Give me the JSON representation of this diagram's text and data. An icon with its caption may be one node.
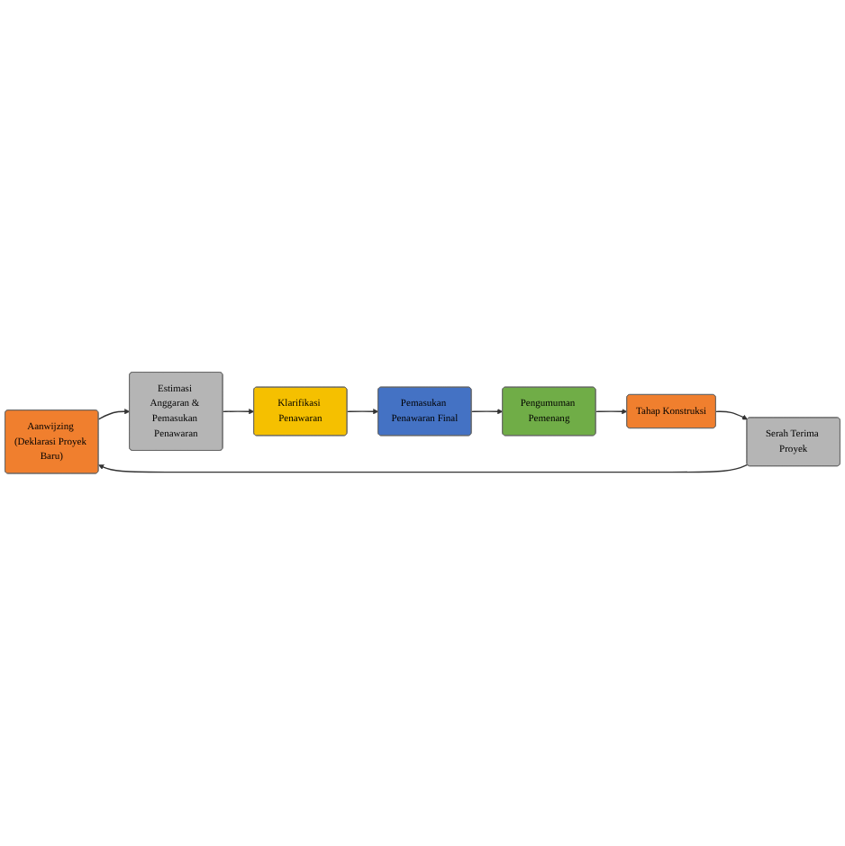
{
  "diagram": {
    "nodes": [
      {
        "text": [
          "Aanwijzing (Deklarasi Proyek Baru)"
        ]
      },
      {
        "text": [
          "Estimasi Anggaran & Pemasukan Penawaran"
        ]
      },
      {
        "text": [
          "Klarifikasi Penawaran"
        ]
      },
      {
        "text": [
          "Pemasukan Penawaran Final"
        ]
      },
      {
        "text": [
          "Pengumuman Pemenang"
        ]
      },
      {
        "text": [
          "Tahap Konstruksi"
        ]
      },
      {
        "text": [
          "Serah Terima Proyek"
        ]
      }
    ],
    "edges": [
      {
        "from": 0,
        "to": 1,
        "arrow": "to"
      },
      {
        "from": 1,
        "to": 2,
        "arrow": "to"
      },
      {
        "from": 2,
        "to": 3,
        "arrow": "to"
      },
      {
        "from": 3,
        "to": 4,
        "arrow": "to"
      },
      {
        "from": 4,
        "to": 5,
        "arrow": "to"
      },
      {
        "from": 5,
        "to": 6,
        "arrow": "to"
      },
      {
        "from": 6,
        "to": 0,
        "arrow": "to"
      }
    ]
  }
}
